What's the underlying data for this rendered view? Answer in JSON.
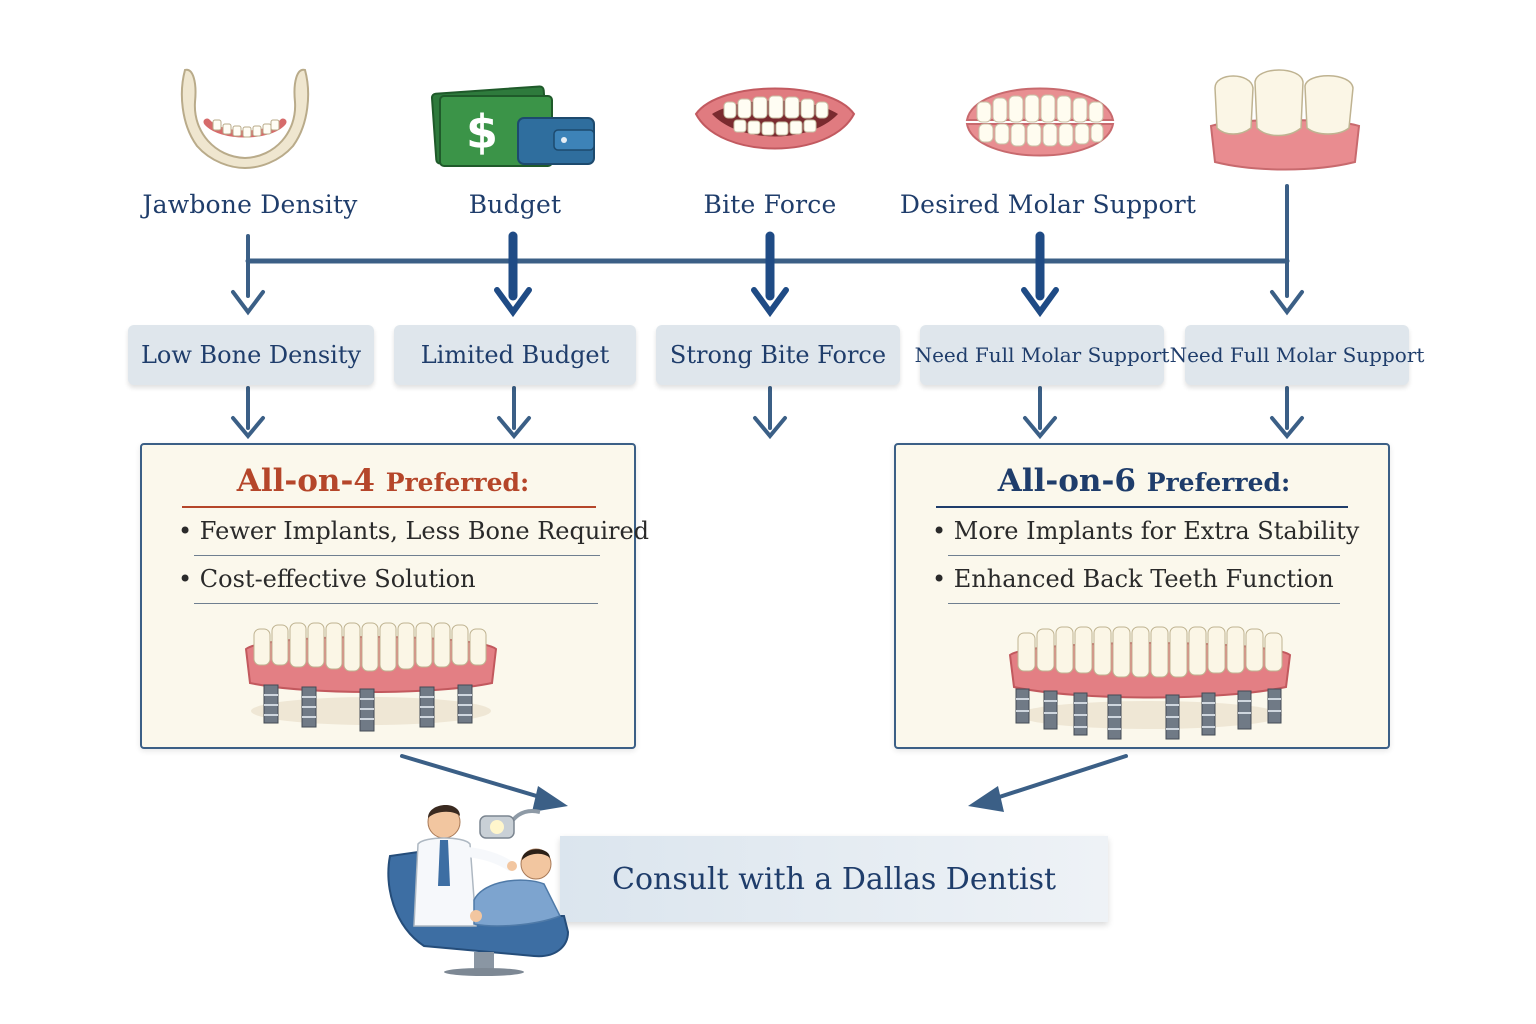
{
  "factors": {
    "jawbone": "Jawbone Density",
    "budget": "Budget",
    "bite": "Bite Force",
    "molar": "Desired Molar Support"
  },
  "conditions": {
    "low_bone": "Low Bone Density",
    "limited_budget": "Limited Budget",
    "strong_bite": "Strong Bite Force",
    "full_molar_1": "Need Full Molar Support",
    "full_molar_2": "Need Full Molar Support"
  },
  "all_on_4": {
    "title_main": "All-on-4",
    "title_suffix": "Preferred:",
    "bullet_1": "Fewer Implants, Less Bone Required",
    "bullet_2": "Cost-effective Solution"
  },
  "all_on_6": {
    "title_main": "All-on-6",
    "title_suffix": "Preferred:",
    "bullet_1": "More Implants for Extra Stability",
    "bullet_2": "Enhanced Back Teeth Function"
  },
  "consult": {
    "label": "Consult with a Dallas Dentist"
  },
  "icons": [
    "jawbone-icon",
    "money-wallet-icon",
    "smile-icon",
    "full-denture-icon",
    "molar-crown-icon",
    "dentist-patient-icon"
  ],
  "colors": {
    "navy": "#1f3d6b",
    "arrow": "#3b5f86",
    "all_on_4_title": "#b5462a",
    "panel_bg": "#fbf8ec",
    "condition_bg": "#dfe6ec"
  }
}
